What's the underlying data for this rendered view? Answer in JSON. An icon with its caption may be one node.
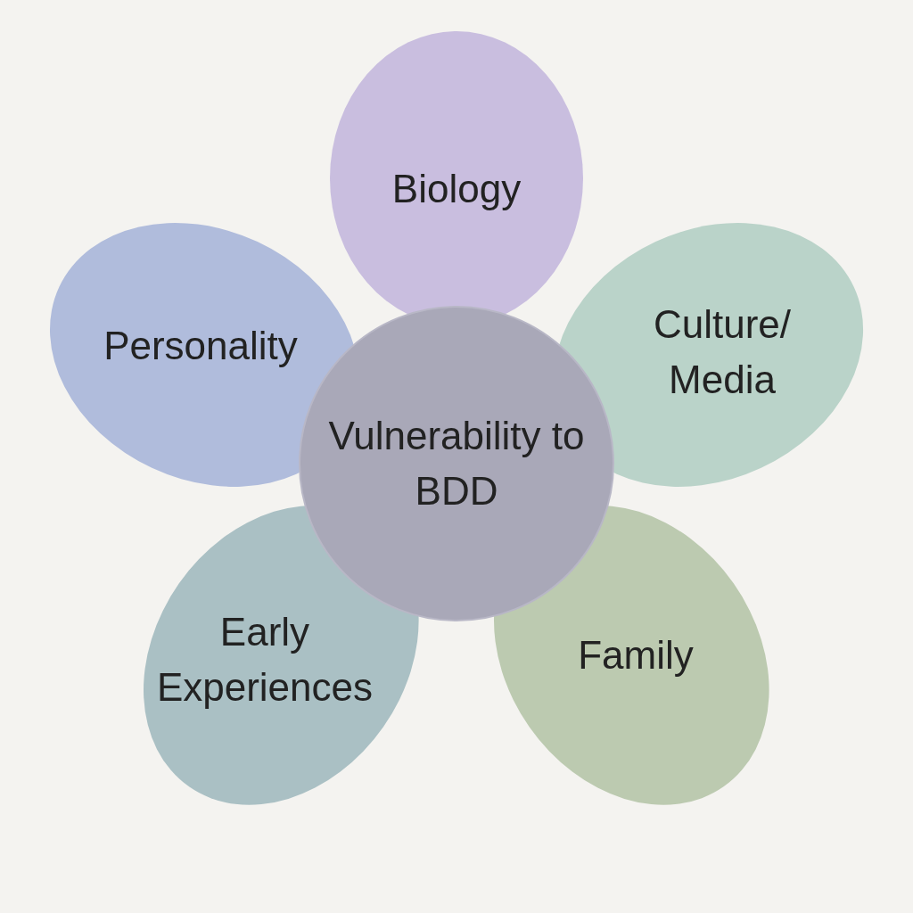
{
  "diagram": {
    "nodes": [
      {
        "text": [
          "Biology"
        ]
      },
      {
        "text": [
          "Personality"
        ]
      },
      {
        "text": [
          "Culture/ Media"
        ]
      },
      {
        "text": [
          "Vulnerability to BDD"
        ]
      },
      {
        "text": [
          "Early Experiences"
        ]
      },
      {
        "text": [
          "Family"
        ]
      }
    ]
  }
}
